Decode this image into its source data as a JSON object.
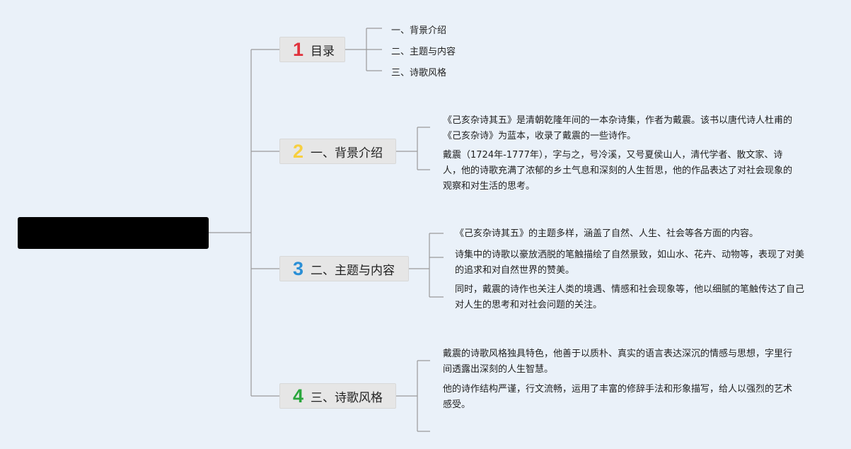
{
  "colors": {
    "n1": "#e0323c",
    "n2": "#f7cf3f",
    "n3": "#2a8fd6",
    "n4": "#2aa63c",
    "line": "#9a9a9a"
  },
  "branches": [
    {
      "num": "1",
      "label": "目录"
    },
    {
      "num": "2",
      "label": "一、背景介绍"
    },
    {
      "num": "3",
      "label": "二、主题与内容"
    },
    {
      "num": "4",
      "label": "三、诗歌风格"
    }
  ],
  "toc": [
    "一、背景介绍",
    "二、主题与内容",
    "三、诗歌风格"
  ],
  "background": [
    "《己亥杂诗其五》是清朝乾隆年间的一本杂诗集，作者为戴震。该书以唐代诗人杜甫的《己亥杂诗》为蓝本，收录了戴震的一些诗作。",
    "戴震（1724年-1777年），字与之，号冷溪，又号夏侯山人，清代学者、散文家、诗人，他的诗歌充满了浓郁的乡土气息和深刻的人生哲思，他的作品表达了对社会现象的观察和对生活的思考。"
  ],
  "theme": [
    "《己亥杂诗其五》的主题多样，涵盖了自然、人生、社会等各方面的内容。",
    "诗集中的诗歌以豪放洒脱的笔触描绘了自然景致，如山水、花卉、动物等，表现了对美的追求和对自然世界的赞美。",
    "同时，戴震的诗作也关注人类的境遇、情感和社会现象等，他以细腻的笔触传达了自己对人生的思考和对社会问题的关注。"
  ],
  "style": [
    "戴震的诗歌风格独具特色，他善于以质朴、真实的语言表达深沉的情感与思想，字里行间透露出深刻的人生智慧。",
    "他的诗作结构严谨，行文流畅，运用了丰富的修辞手法和形象描写，给人以强烈的艺术感受。"
  ]
}
